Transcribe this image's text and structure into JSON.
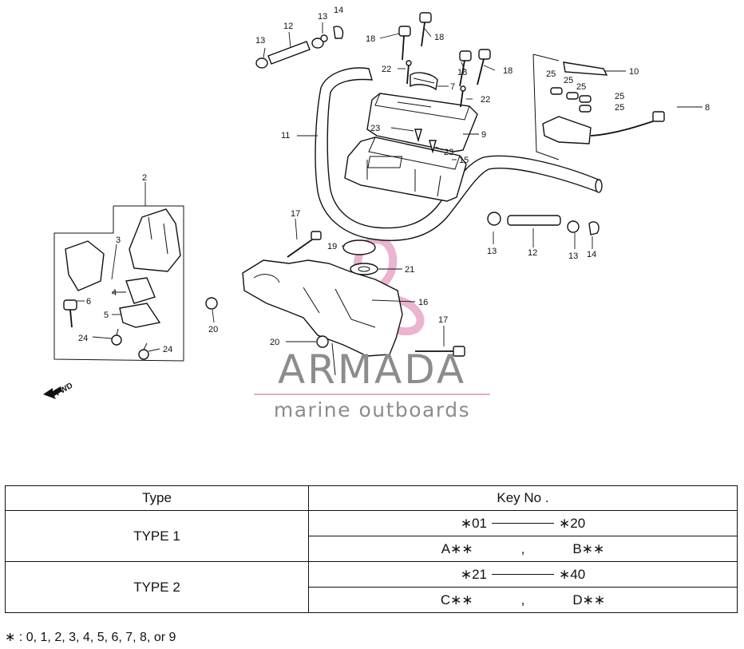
{
  "diagram": {
    "callouts": [
      {
        "id": "c-13a",
        "text": "13"
      },
      {
        "id": "c-12a",
        "text": "12"
      },
      {
        "id": "c-13b",
        "text": "13"
      },
      {
        "id": "c-14a",
        "text": "14"
      },
      {
        "id": "c-18a",
        "text": "18"
      },
      {
        "id": "c-18b",
        "text": "18"
      },
      {
        "id": "c-22a",
        "text": "22"
      },
      {
        "id": "c-7",
        "text": "7"
      },
      {
        "id": "c-18c",
        "text": "18"
      },
      {
        "id": "c-18d",
        "text": "18"
      },
      {
        "id": "c-22b",
        "text": "22"
      },
      {
        "id": "c-10",
        "text": "10"
      },
      {
        "id": "c-25a",
        "text": "25"
      },
      {
        "id": "c-25b",
        "text": "25"
      },
      {
        "id": "c-25c",
        "text": "25"
      },
      {
        "id": "c-25d",
        "text": "25"
      },
      {
        "id": "c-25e",
        "text": "25"
      },
      {
        "id": "c-8",
        "text": "8"
      },
      {
        "id": "c-11",
        "text": "11"
      },
      {
        "id": "c-23a",
        "text": "23"
      },
      {
        "id": "c-9",
        "text": "9"
      },
      {
        "id": "c-23b",
        "text": "23"
      },
      {
        "id": "c-15",
        "text": "15"
      },
      {
        "id": "c-2",
        "text": "2"
      },
      {
        "id": "c-3",
        "text": "3"
      },
      {
        "id": "c-17a",
        "text": "17"
      },
      {
        "id": "c-13c",
        "text": "13"
      },
      {
        "id": "c-12b",
        "text": "12"
      },
      {
        "id": "c-13d",
        "text": "13"
      },
      {
        "id": "c-14b",
        "text": "14"
      },
      {
        "id": "c-19",
        "text": "19"
      },
      {
        "id": "c-21",
        "text": "21"
      },
      {
        "id": "c-16",
        "text": "16"
      },
      {
        "id": "c-4",
        "text": "4"
      },
      {
        "id": "c-6",
        "text": "6"
      },
      {
        "id": "c-5",
        "text": "5"
      },
      {
        "id": "c-20a",
        "text": "20"
      },
      {
        "id": "c-17b",
        "text": "17"
      },
      {
        "id": "c-24a",
        "text": "24"
      },
      {
        "id": "c-24b",
        "text": "24"
      },
      {
        "id": "c-20b",
        "text": "20"
      }
    ],
    "fwd_label": "FWD",
    "watermark": {
      "title": "ARMADA",
      "subtitle": "marine outboards",
      "accent_color": "#e8a8c8",
      "text_color": "#8c8c8c"
    }
  },
  "table": {
    "header_type": "Type",
    "header_key": "Key No .",
    "rows": [
      {
        "type": "TYPE 1",
        "range_start": "∗01",
        "range_end": "∗20",
        "letter_a": "A∗∗",
        "separator": ",",
        "letter_b": "B∗∗"
      },
      {
        "type": "TYPE 2",
        "range_start": "∗21",
        "range_end": "∗40",
        "letter_a": "C∗∗",
        "separator": ",",
        "letter_b": "D∗∗"
      }
    ]
  },
  "footnote": "∗ : 0, 1, 2, 3, 4, 5, 6, 7, 8, or 9"
}
